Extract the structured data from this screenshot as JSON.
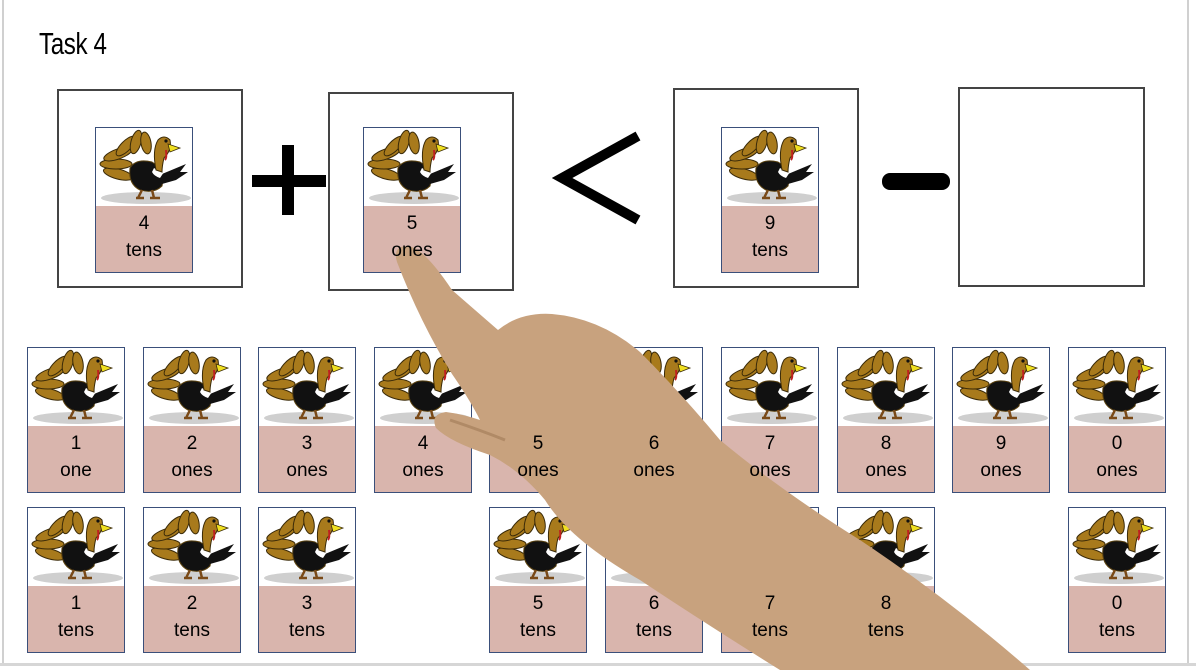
{
  "title": "Task 4",
  "equation": {
    "first": {
      "number": "4",
      "unit": "tens"
    },
    "second": {
      "number": "5",
      "unit": "ones"
    },
    "third": {
      "number": "9",
      "unit": "tens"
    }
  },
  "cards_row_ones": [
    {
      "number": "1",
      "unit": "one"
    },
    {
      "number": "2",
      "unit": "ones"
    },
    {
      "number": "3",
      "unit": "ones"
    },
    {
      "number": "4",
      "unit": "ones"
    },
    {
      "number": "5",
      "unit": "ones"
    },
    {
      "number": "6",
      "unit": "ones"
    },
    {
      "number": "7",
      "unit": "ones"
    },
    {
      "number": "8",
      "unit": "ones"
    },
    {
      "number": "9",
      "unit": "ones"
    },
    {
      "number": "0",
      "unit": "ones"
    }
  ],
  "cards_row_tens": [
    {
      "number": "1",
      "unit": "tens"
    },
    {
      "number": "2",
      "unit": "tens"
    },
    {
      "number": "3",
      "unit": "tens"
    },
    null,
    {
      "number": "5",
      "unit": "tens"
    },
    {
      "number": "6",
      "unit": "tens"
    },
    {
      "number": "7",
      "unit": "tens"
    },
    {
      "number": "8",
      "unit": "tens"
    },
    null,
    {
      "number": "0",
      "unit": "tens"
    }
  ],
  "colors": {
    "card_label_bg": "#d9b5ad",
    "card_border": "#3a4f7a",
    "hand": "#c8a27e"
  },
  "icons": {
    "card_picture": "turkey-icon",
    "pointer": "pointing-hand-icon",
    "operators": [
      "plus-icon",
      "less-than-icon",
      "minus-icon"
    ]
  }
}
